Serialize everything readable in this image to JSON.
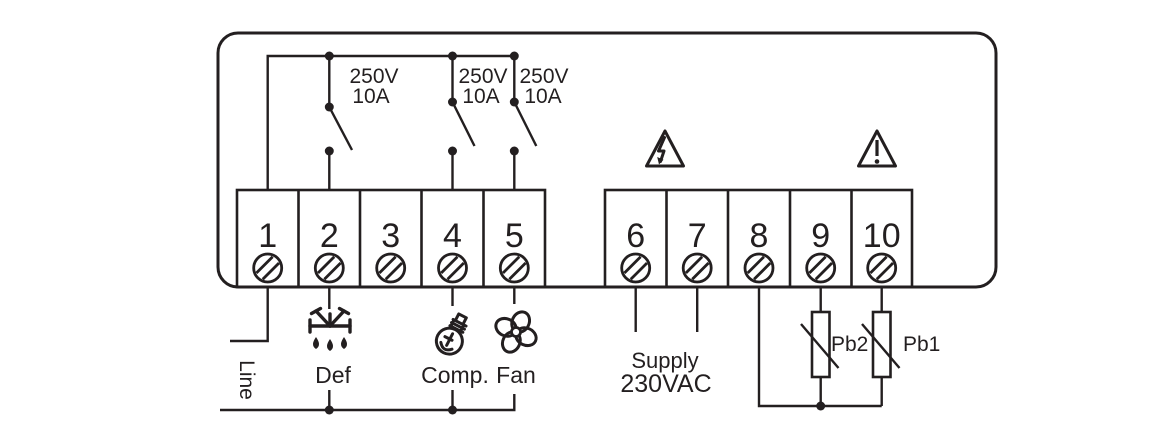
{
  "switches": [
    {
      "voltage": "250V",
      "amperage": "10A"
    },
    {
      "voltage": "250V",
      "amperage": "10A"
    },
    {
      "voltage": "250V",
      "amperage": "10A"
    }
  ],
  "terminals": {
    "left": [
      "1",
      "2",
      "3",
      "4",
      "5"
    ],
    "right": [
      "6",
      "7",
      "8",
      "9",
      "10"
    ]
  },
  "connections": {
    "line": "Line",
    "defrost": "Def",
    "compressor": "Comp.",
    "fan": "Fan",
    "supply_word": "Supply",
    "supply_voltage": "230VAC",
    "probe2": "Pb2",
    "probe1": "Pb1"
  },
  "icons": {
    "defrost": "snowflake-drops-icon",
    "compressor": "bulb-icon",
    "fan": "fan-blades-icon",
    "electrical_hazard": "lightning-triangle-icon",
    "general_warning": "exclamation-triangle-icon",
    "terminal_screw": "screw-icon"
  },
  "colors": {
    "ink": "#231f20",
    "background": "#ffffff"
  }
}
